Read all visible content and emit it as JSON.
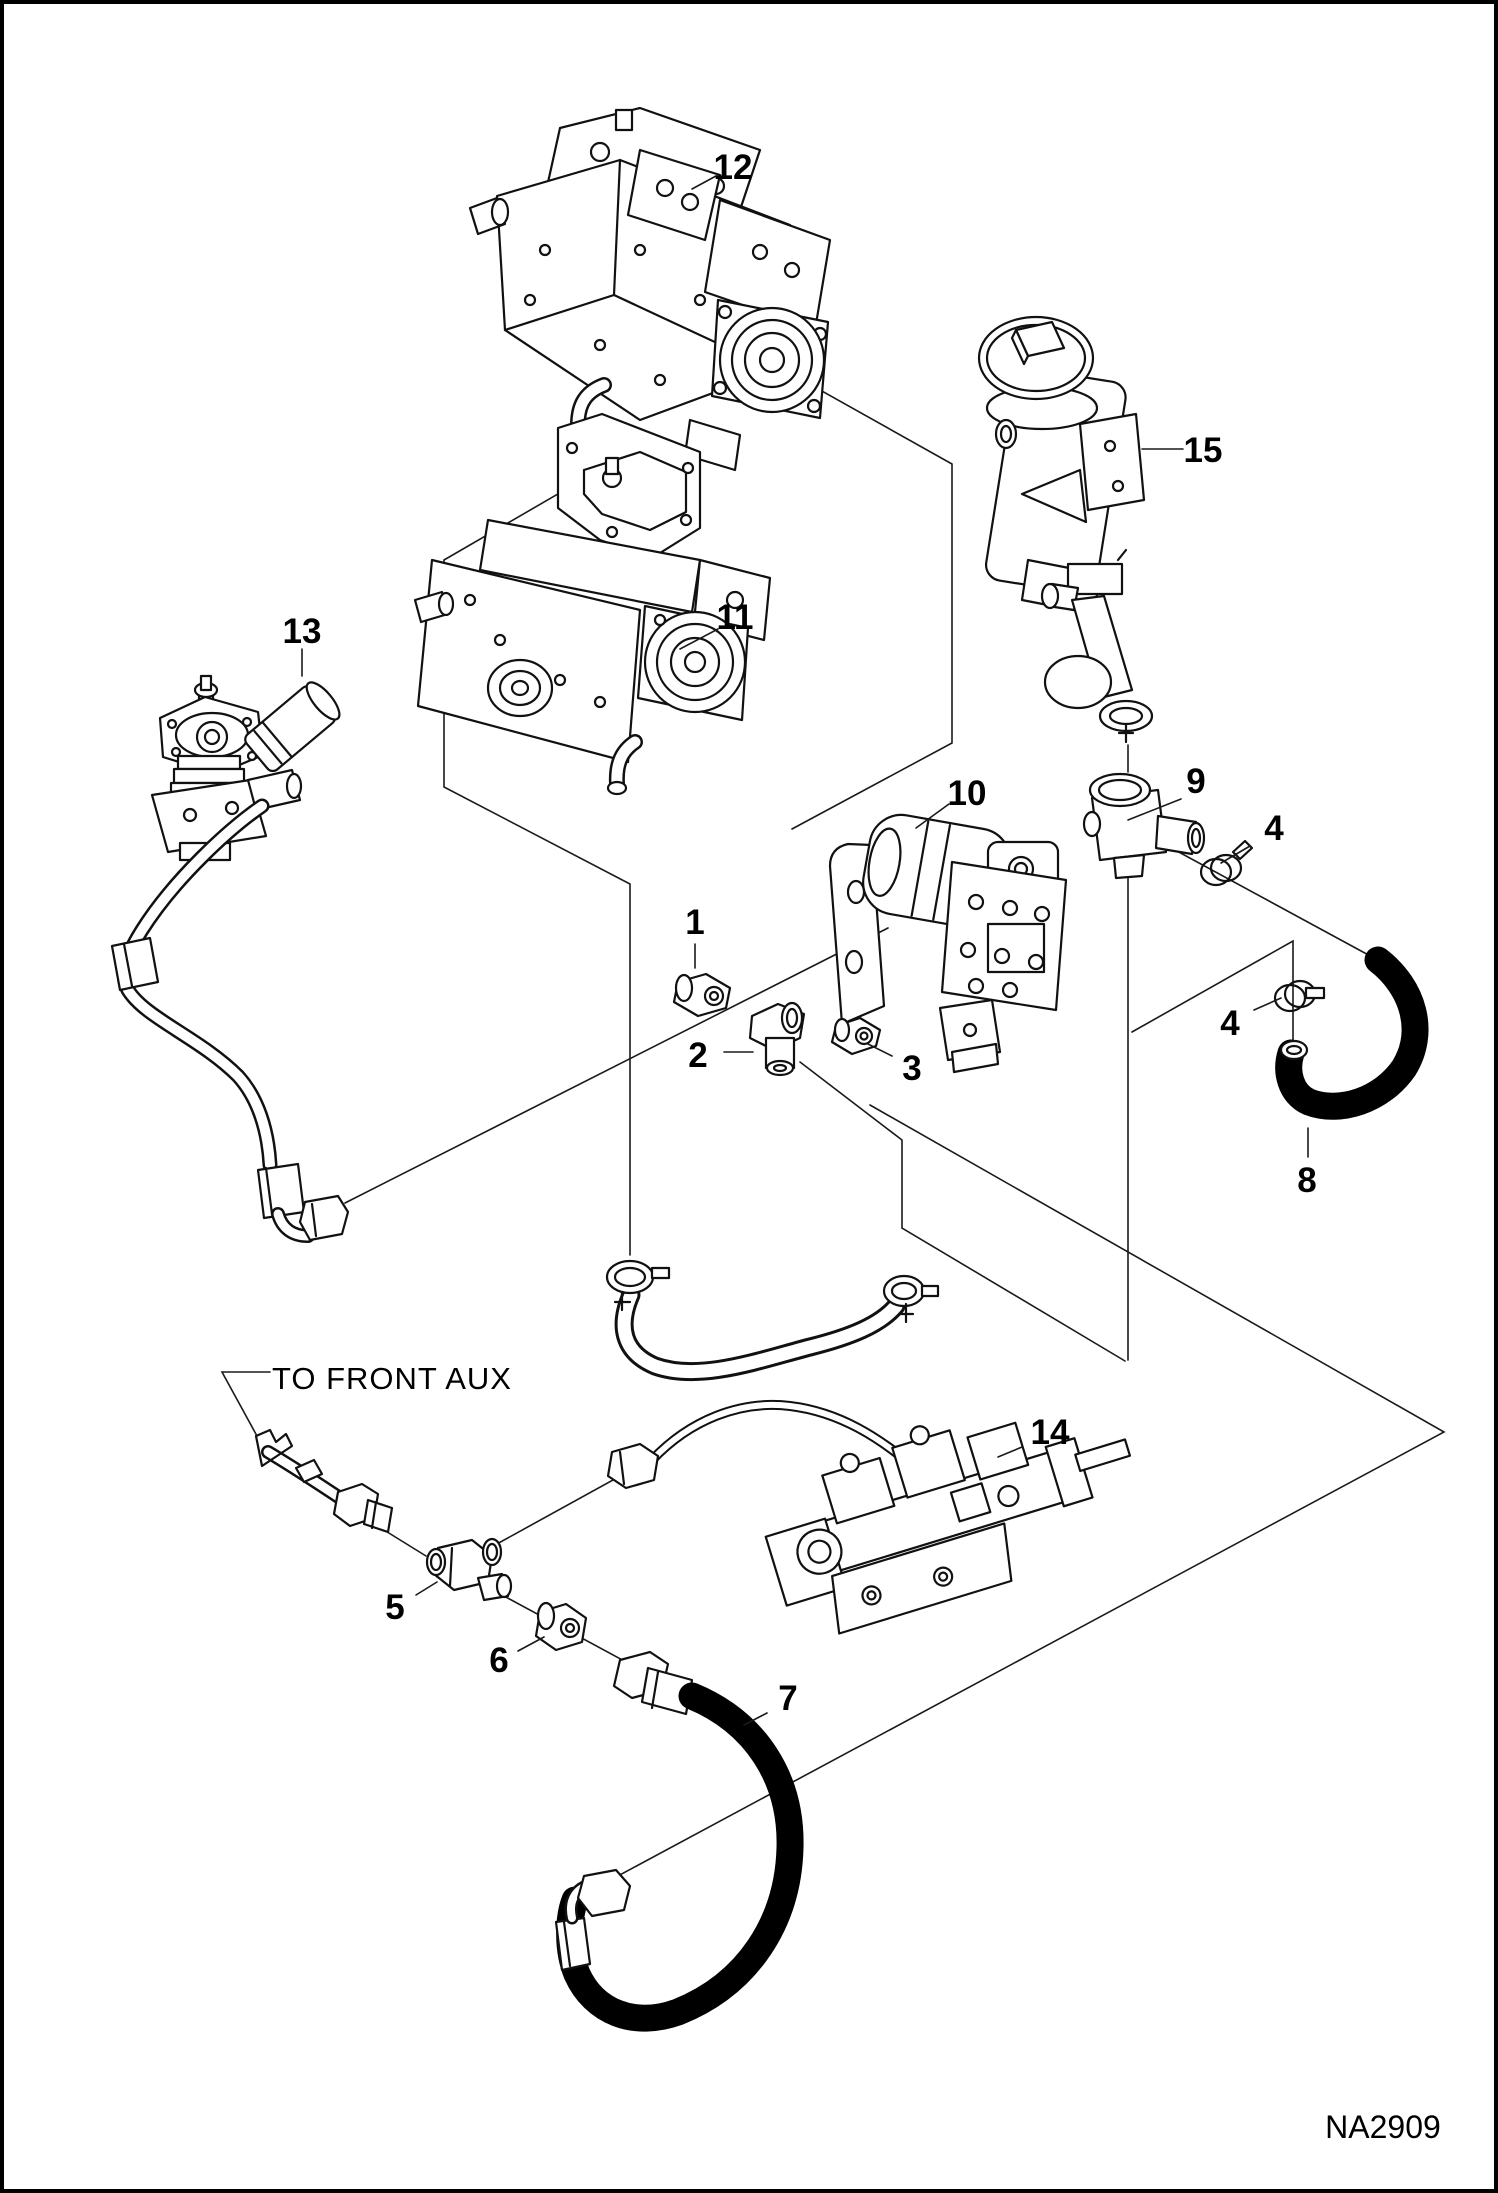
{
  "labels": {
    "callouts": [
      "1",
      "2",
      "3",
      "4",
      "4",
      "5",
      "6",
      "7",
      "8",
      "9",
      "10",
      "11",
      "12",
      "13",
      "14",
      "15"
    ],
    "note": "TO FRONT AUX",
    "code": "NA2909"
  },
  "colors": {
    "background": "#ffffff",
    "border": "#000000",
    "ink": "#111111",
    "hose": "#000000"
  }
}
